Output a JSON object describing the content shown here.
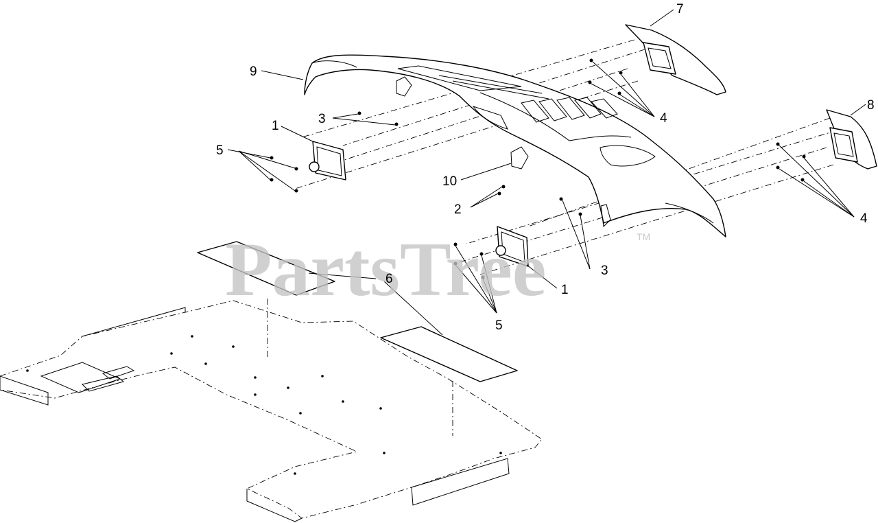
{
  "watermark": {
    "text": "PartsTree",
    "trademark": "TM"
  },
  "callouts": {
    "c1a": "1",
    "c1b": "1",
    "c2": "2",
    "c3a": "3",
    "c3b": "3",
    "c4a": "4",
    "c4b": "4",
    "c5a": "5",
    "c5b": "5",
    "c6": "6",
    "c7": "7",
    "c8": "8",
    "c9": "9",
    "c10": "10"
  },
  "colors": {
    "line": "#000000",
    "watermark": "#c4c4c4",
    "background": "#ffffff"
  }
}
